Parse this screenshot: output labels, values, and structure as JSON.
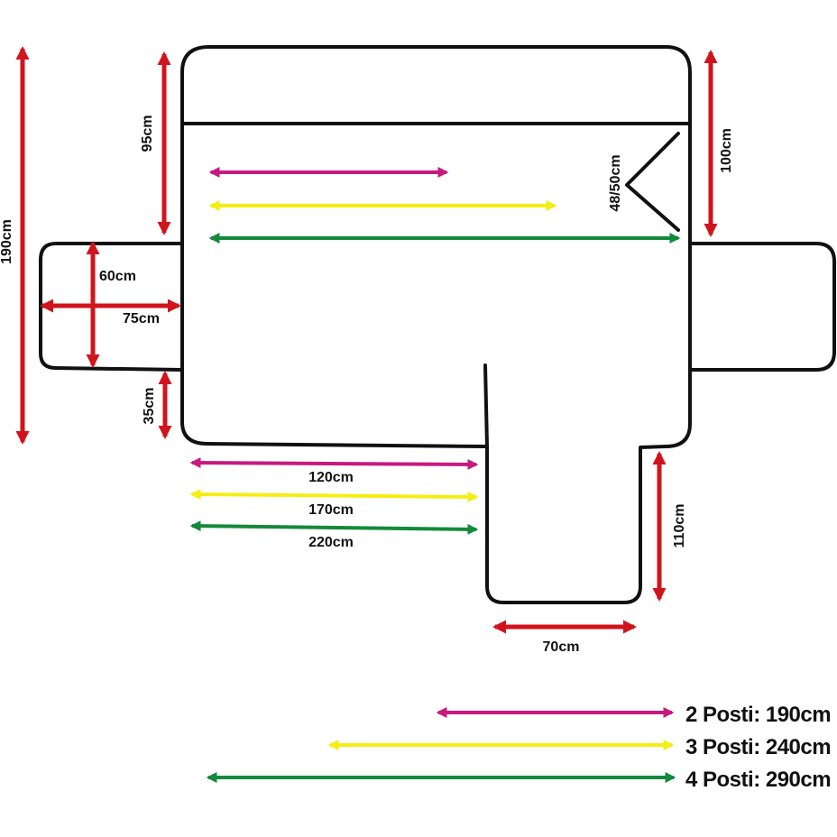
{
  "colors": {
    "red": "#d0141c",
    "magenta": "#c8197f",
    "yellow": "#f5ee12",
    "green": "#138a3a",
    "outline": "#111111"
  },
  "labels": {
    "total_height": "190cm",
    "backrest_height": "95cm",
    "backrest_depth_right": "100cm",
    "corner_pocket": "48/50cm",
    "armrest_width": "60cm",
    "armrest_length": "75cm",
    "front_flap": "35cm",
    "seat_2": "120cm",
    "seat_3": "170cm",
    "seat_4": "220cm",
    "strip_length": "110cm",
    "strip_width": "70cm"
  },
  "legend": [
    {
      "label": "2 Posti: 190cm",
      "color": "magenta"
    },
    {
      "label": "3 Posti: 240cm",
      "color": "yellow"
    },
    {
      "label": "4 Posti: 290cm",
      "color": "green"
    }
  ]
}
